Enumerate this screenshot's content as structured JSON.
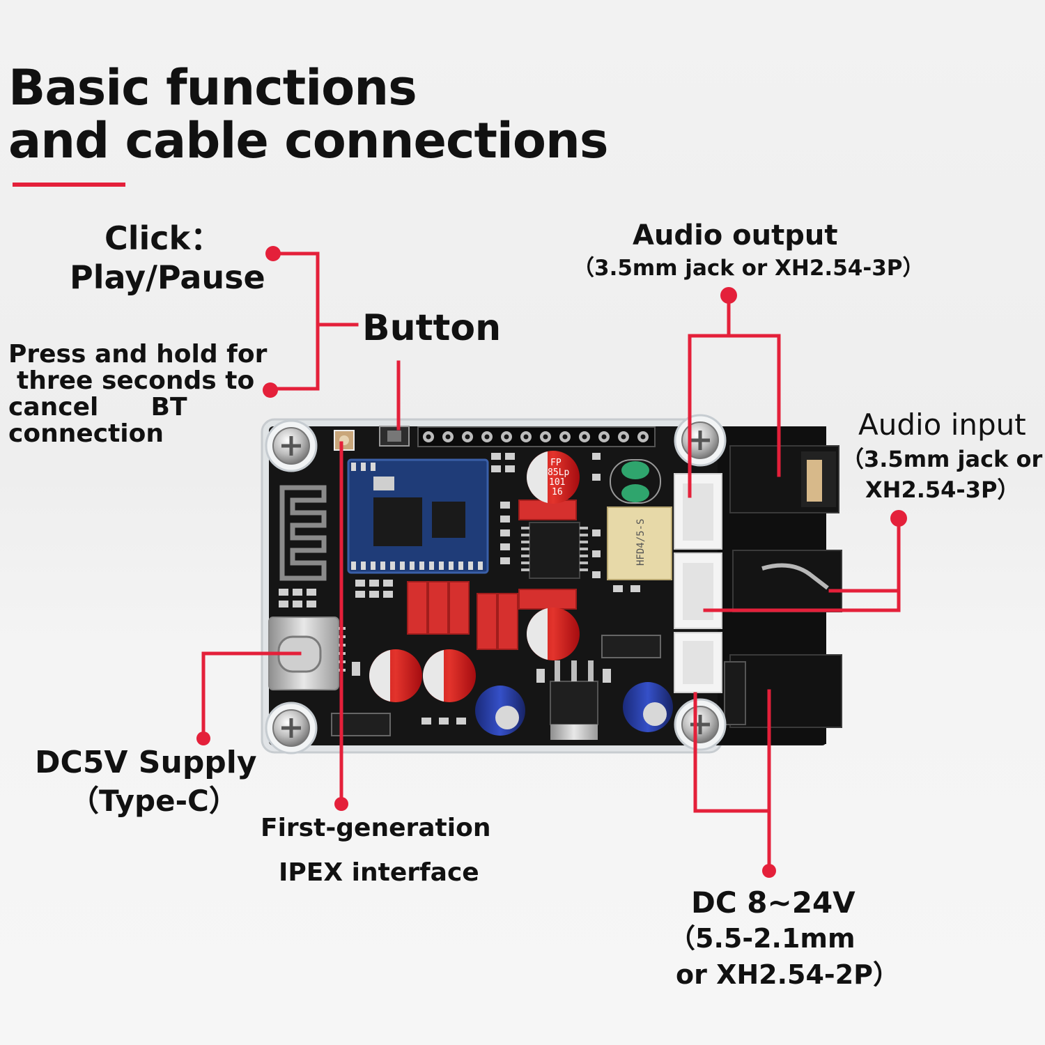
{
  "heading": {
    "line1": "Basic functions",
    "line2": "and cable connections"
  },
  "labels": {
    "click": "Click：",
    "play_pause": "Play/Pause",
    "button": "Button",
    "press_hold_1": "Press and hold for",
    "press_hold_2": "three seconds to",
    "press_hold_3": "cancel      BT",
    "press_hold_4": "connection",
    "audio_output": "Audio output",
    "audio_output_spec": "（3.5mm jack or XH2.54-3P）",
    "audio_input": "Audio input",
    "audio_input_spec_1": "（3.5mm jack or",
    "audio_input_spec_2": "XH2.54-3P）",
    "dc5v": "DC5V Supply",
    "dc5v_spec": "（Type-C）",
    "ipex_1": "First-generation",
    "ipex_2": "IPEX interface",
    "dc_in": "DC 8~24V",
    "dc_in_spec_1": "（5.5-2.1mm",
    "dc_in_spec_2": "or XH2.54-2P）"
  },
  "board_markings": {
    "cap_code_1": "FP",
    "cap_code_2": "85Lp",
    "cap_code_3": "101",
    "cap_code_4": "16",
    "relay_text": "HFD4/5-S"
  },
  "colors": {
    "accent": "#e4203a",
    "pcb": "#151515",
    "background": "#f0f0f0"
  },
  "icons": [
    "screw-icon",
    "antenna-icon",
    "usb-c-icon",
    "audio-jack-icon",
    "dc-jack-icon",
    "capacitor-icon",
    "relay-icon"
  ]
}
